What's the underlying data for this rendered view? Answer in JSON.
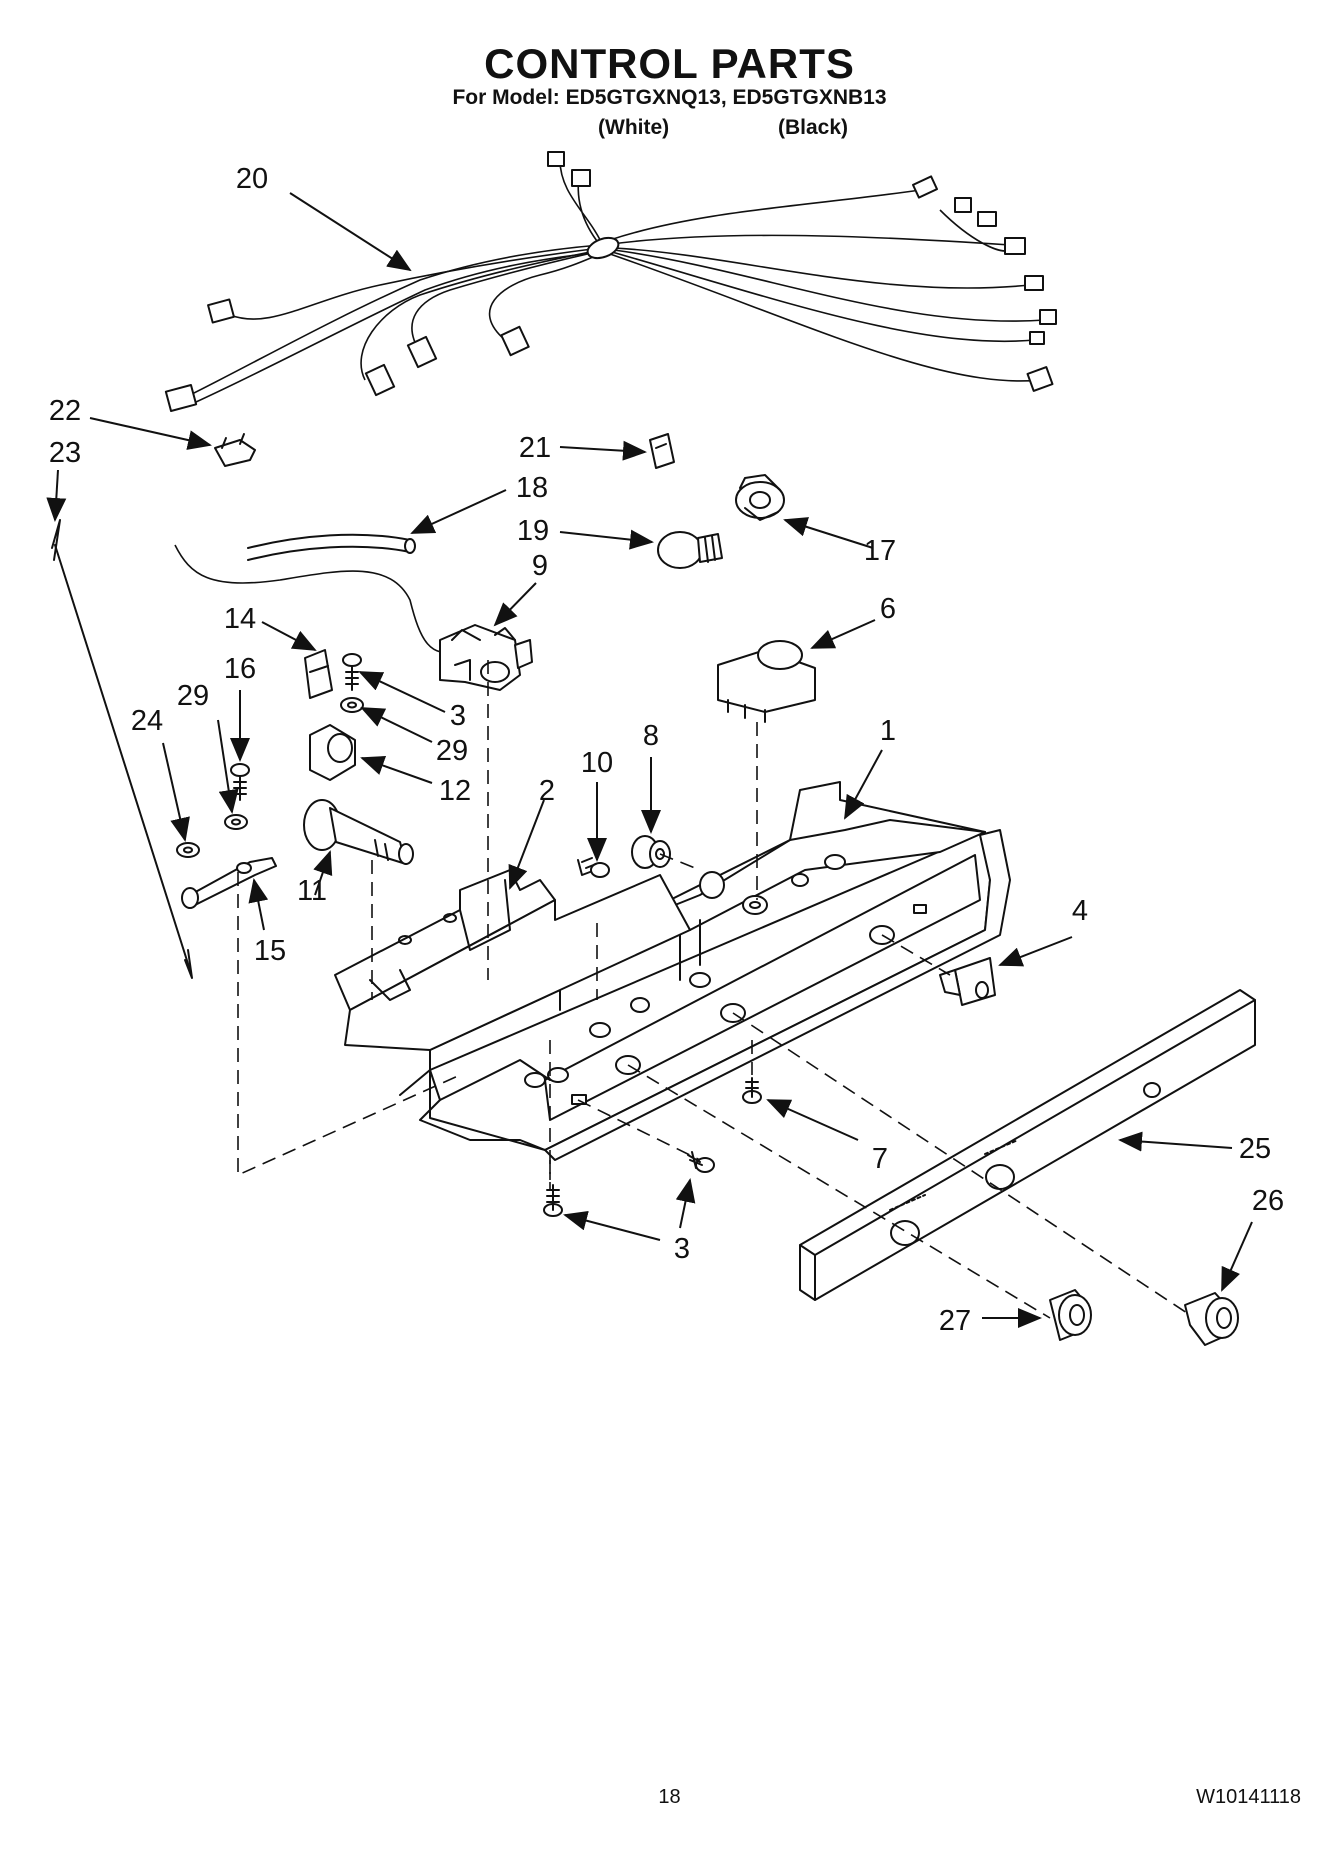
{
  "header": {
    "title": "CONTROL PARTS",
    "model_line": "For Model: ED5GTGXNQ13, ED5GTGXNB13",
    "variant_white": "(White)",
    "variant_black": "(Black)"
  },
  "footer": {
    "page_number": "18",
    "document_id": "W10141118"
  },
  "callouts": {
    "c1": "1",
    "c2": "2",
    "c3a": "3",
    "c3b": "3",
    "c4": "4",
    "c6": "6",
    "c7": "7",
    "c8": "8",
    "c9": "9",
    "c10": "10",
    "c11": "11",
    "c12": "12",
    "c14": "14",
    "c15": "15",
    "c16": "16",
    "c17": "17",
    "c18": "18",
    "c19": "19",
    "c20": "20",
    "c21": "21",
    "c22": "22",
    "c23": "23",
    "c24": "24",
    "c25": "25",
    "c26": "26",
    "c27": "27",
    "c29a": "29",
    "c29b": "29"
  }
}
